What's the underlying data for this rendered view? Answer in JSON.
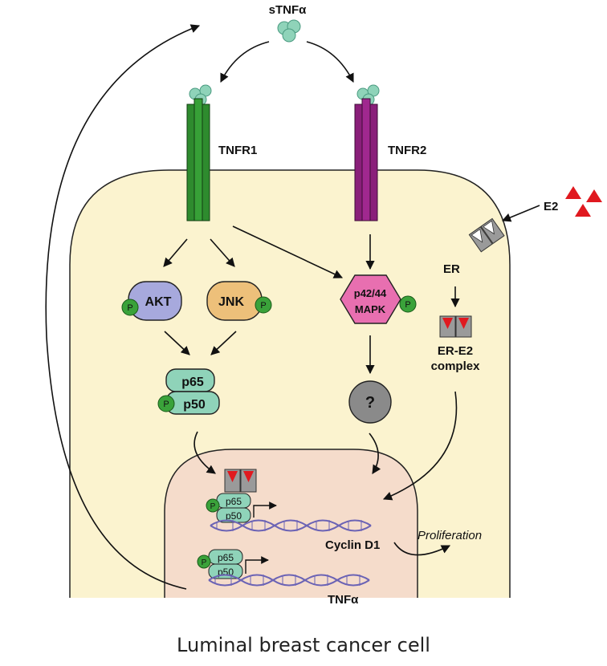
{
  "ligand": {
    "label": "sTNFα"
  },
  "receptors": {
    "tnfr1": "TNFR1",
    "tnfr2": "TNFR2"
  },
  "estrogen": {
    "e2": "E2",
    "er": "ER",
    "complex_line1": "ER-E2",
    "complex_line2": "complex"
  },
  "kinases": {
    "akt": "AKT",
    "jnk": "JNK",
    "mapk_line1": "p42/44",
    "mapk_line2": "MAPK",
    "unknown": "?"
  },
  "nfkb": {
    "p65": "p65",
    "p50": "p50",
    "phospho": "P"
  },
  "genes": {
    "cyclin": "Cyclin D1",
    "tnf": "TNFα"
  },
  "outcome": {
    "proliferation": "Proliferation"
  },
  "caption": "Luminal breast cancer cell",
  "colors": {
    "cell": "#fbf3cf",
    "nucleus": "#f5dccb",
    "tnfr1": "#2e8b2e",
    "tnfr2": "#8a1f7a",
    "akt": "#a7a9dd",
    "jnk": "#edc07a",
    "mapk": "#e86fb0",
    "nfkb": "#8fd3b9",
    "phospho": "#3aa23a",
    "estradiol": "#e0191f",
    "receptor_gray": "#9a9a9a",
    "dna": "#6b63b5"
  }
}
